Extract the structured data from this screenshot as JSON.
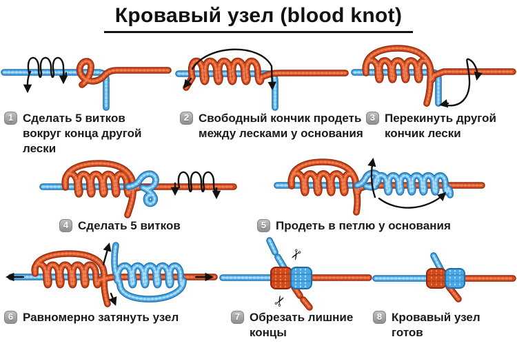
{
  "title": "Кровавый узел (blood knot)",
  "colors": {
    "rope_blue": "#4aa6e4",
    "rope_blue_dark": "#1f6ea9",
    "rope_blue_light": "#aadcf8",
    "rope_red": "#d14a1d",
    "rope_red_dark": "#8f2608",
    "rope_red_light": "#ee8055",
    "arrow_black": "#111111",
    "badge_gray": "#9c9c9c",
    "text": "#1a1a1a"
  },
  "steps": [
    {
      "number": "1",
      "label": "Сделать 5 витков вокруг конца другой лески"
    },
    {
      "number": "2",
      "label": "Свободный кончик продеть между лесками у основания"
    },
    {
      "number": "3",
      "label": "Перекинуть другой кончик лески"
    },
    {
      "number": "4",
      "label": "Сделать 5 витков"
    },
    {
      "number": "5",
      "label": "Продеть в петлю у основания"
    },
    {
      "number": "6",
      "label": "Равномерно затянуть узел"
    },
    {
      "number": "7",
      "label": "Обрезать лишние концы"
    },
    {
      "number": "8",
      "label": "Кровавый узел готов"
    }
  ],
  "icons": {
    "scissors": "✂"
  }
}
